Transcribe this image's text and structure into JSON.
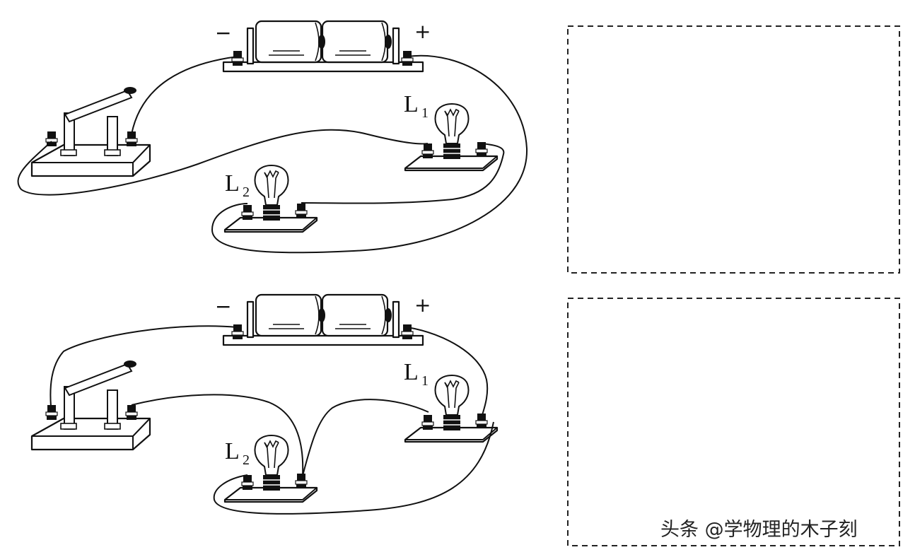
{
  "battery": {
    "minus": "−",
    "plus": "+"
  },
  "lamps": {
    "L1": {
      "letter": "L",
      "index": "1"
    },
    "L2": {
      "letter": "L",
      "index": "2"
    }
  },
  "watermark": "头条 @学物理的木子刻"
}
